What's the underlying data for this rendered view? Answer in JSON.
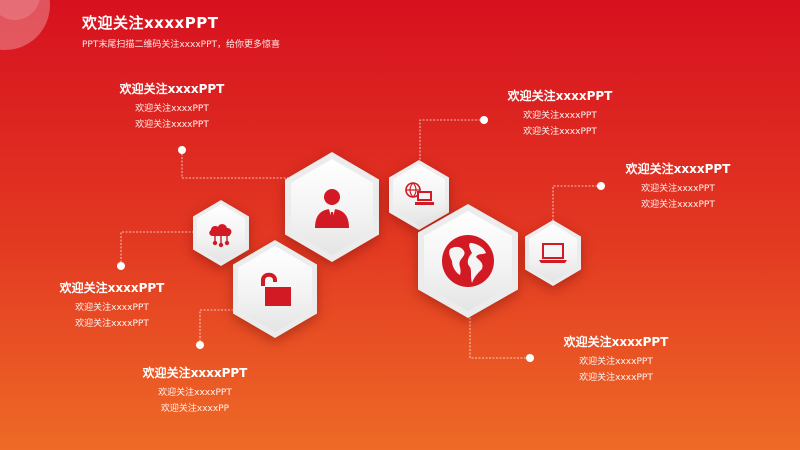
{
  "header": {
    "title": "欢迎关注xxxxPPT",
    "subtitle": "PPT末尾扫描二维码关注xxxxPPT，给你更多惊喜"
  },
  "colors": {
    "accent": "#d21a24",
    "hex_face": "#f4f4f4"
  },
  "items": [
    {
      "icon": "person-icon",
      "title": "欢迎关注xxxxPPT",
      "lines": [
        "欢迎关注xxxxPPT",
        "欢迎关注xxxxPPT"
      ]
    },
    {
      "icon": "cloud-network-icon",
      "title": "欢迎关注xxxxPPT",
      "lines": [
        "欢迎关注xxxxPPT",
        "欢迎关注xxxxPPT"
      ]
    },
    {
      "icon": "unlock-icon",
      "title": "欢迎关注xxxxPPT",
      "lines": [
        "欢迎关注xxxxPPT",
        "欢迎关注xxxxPP"
      ]
    },
    {
      "icon": "network-computer-icon",
      "title": "欢迎关注xxxxPPT",
      "lines": [
        "欢迎关注xxxxPPT",
        "欢迎关注xxxxPPT"
      ]
    },
    {
      "icon": "laptop-icon",
      "title": "欢迎关注xxxxPPT",
      "lines": [
        "欢迎关注xxxxPPT",
        "欢迎关注xxxxPPT"
      ]
    },
    {
      "icon": "globe-icon",
      "title": "欢迎关注xxxxPPT",
      "lines": [
        "欢迎关注xxxxPPT",
        "欢迎关注xxxxPPT"
      ]
    }
  ]
}
